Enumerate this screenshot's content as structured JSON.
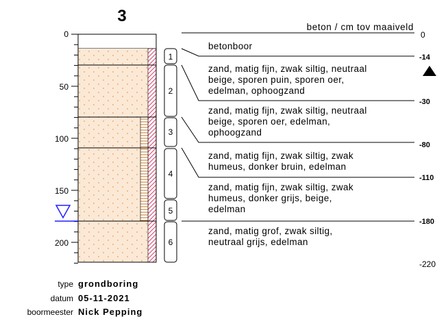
{
  "boring_number": "3",
  "header_right": "beton / cm tov maaiveld",
  "axis_ticks": [
    "0",
    "50",
    "100",
    "150",
    "200"
  ],
  "layer_numbers": [
    "1",
    "2",
    "3",
    "4",
    "5",
    "6"
  ],
  "boundaries": [
    "0",
    "-14",
    "-30",
    "-80",
    "-110",
    "-180",
    "-220"
  ],
  "descriptions": [
    [
      "betonboor"
    ],
    [
      "zand, matig fijn, zwak siltig, neutraal",
      "beige, sporen puin, sporen oer,",
      "edelman, ophoogzand"
    ],
    [
      "zand, matig fijn, zwak siltig, neutraal",
      "beige, sporen oer, edelman,",
      "ophoogzand"
    ],
    [
      "zand, matig fijn, zwak siltig, zwak",
      "humeus, donker bruin, edelman"
    ],
    [
      "zand, matig fijn, zwak siltig, zwak",
      "humeus, donker grijs, beige,",
      "edelman"
    ],
    [
      "zand, matig grof, zwak siltig,",
      "neutraal grijs, edelman"
    ]
  ],
  "meta": {
    "type_label": "type",
    "type_value": "grondboring",
    "datum_label": "datum",
    "datum_value": "05-11-2021",
    "boormeester_label": "boormeester",
    "boormeester_value": "Nick Pepping"
  },
  "colors": {
    "sand": "#fbe9d6",
    "hatch": "#d9416e",
    "water": "#1f1fff"
  }
}
